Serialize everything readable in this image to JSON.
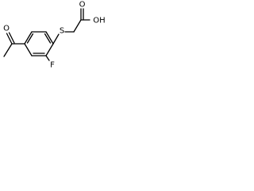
{
  "molecule": {
    "atom_labels": {
      "acetyl_oxygen": "O",
      "sulfur": "S",
      "fluorine": "F",
      "carbonyl_oxygen": "O",
      "hydroxyl": "OH"
    }
  }
}
